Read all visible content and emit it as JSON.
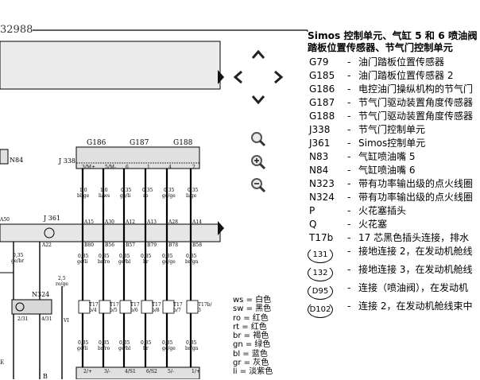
{
  "header": {
    "page_number": "32988"
  },
  "diagram": {
    "component_labels": {
      "g186": "G186",
      "g187": "G187",
      "g188": "G188",
      "j338": "J 338",
      "j361": "J 361",
      "n84": "N84",
      "n324": "N324"
    },
    "j338_pins": [
      "3/M+",
      "5/M-",
      "6",
      "1",
      "4",
      "2"
    ],
    "wire_sizes_top": [
      "1,0",
      "1,0",
      "0,35",
      "0,35",
      "0,35",
      "0,35"
    ],
    "wire_colors_top": [
      "bl/ge",
      "li/ws",
      "ge/li",
      "ro",
      "ge/ge",
      "li/ge"
    ],
    "j361_connectors_top": [
      "A15",
      "A30",
      "A12",
      "A13",
      "A28",
      "A14"
    ],
    "j361_connectors_bottom": [
      "B80",
      "B56",
      "B57",
      "B79",
      "B78",
      "B58"
    ],
    "j361_left_connector": "A22",
    "wire_sizes_mid": [
      "0,35",
      "0,35",
      "0,35",
      "0,35",
      "0,35",
      "0,35"
    ],
    "wire_colors_mid": [
      "ge/li",
      "br/ro",
      "ge/bl",
      "br",
      "ge/ge",
      "br/gn"
    ],
    "t17b_labels": [
      "T17b/4",
      "T17b/5",
      "T17b/6",
      "T17b/8",
      "T17b/7",
      "T17b/3"
    ],
    "wire_sizes_low": [
      "0,35",
      "0,35",
      "0,35",
      "0,35",
      "0,35",
      "0,35"
    ],
    "wire_colors_low": [
      "ge/li",
      "br/ro",
      "ge/bl",
      "br",
      "ge/ge",
      "br/gn"
    ],
    "bottom_pins": [
      "2/+",
      "3/-",
      "4/S1",
      "6/S2",
      "5/-",
      "1/+"
    ],
    "left_wire": {
      "size": "0,35",
      "color": "ge/br"
    },
    "n324_wire": {
      "size": "2,5",
      "color": "ro/ge"
    },
    "n324_pins": [
      "2/31",
      "4/31",
      "VI"
    ],
    "left_labels": {
      "a50": "A50",
      "e": "E",
      "b": "B"
    }
  },
  "legend": {
    "title_line1": "Simos 控制单元、气缸 5 和 6 喷油阀",
    "title_line2": "踏板位置传感器、节气门控制单元",
    "items": [
      {
        "code": "G79",
        "dash": "-",
        "desc": "油门踏板位置传感器"
      },
      {
        "code": "G185",
        "dash": "-",
        "desc": "油门踏板位置传感器 2"
      },
      {
        "code": "G186",
        "dash": "-",
        "desc": "电控油门操纵机构的节气门"
      },
      {
        "code": "G187",
        "dash": "-",
        "desc": "节气门驱动装置角度传感器"
      },
      {
        "code": "G188",
        "dash": "-",
        "desc": "节气门驱动装置角度传感器"
      },
      {
        "code": "J338",
        "dash": "-",
        "desc": "节气门控制单元"
      },
      {
        "code": "J361",
        "dash": "-",
        "desc": "Simos控制单元"
      },
      {
        "code": "N83",
        "dash": "-",
        "desc": "气缸喷油嘴 5"
      },
      {
        "code": "N84",
        "dash": "-",
        "desc": "气缸喷油嘴 6"
      },
      {
        "code": "N323",
        "dash": "-",
        "desc": "带有功率输出级的点火线圈"
      },
      {
        "code": "N324",
        "dash": "-",
        "desc": "带有功率输出级的点火线圈"
      },
      {
        "code": "P",
        "dash": "-",
        "desc": "火花塞插头"
      },
      {
        "code": "Q",
        "dash": "-",
        "desc": "火花塞"
      },
      {
        "code": "T17b",
        "dash": "-",
        "desc": "17 芯黑色插头连接，排水"
      }
    ],
    "grounds": [
      {
        "code": "131",
        "dash": "-",
        "desc": "接地连接 2，在发动机舱线"
      },
      {
        "code": "132",
        "dash": "-",
        "desc": "接地连接 3，在发动机舱线"
      },
      {
        "code": "D95",
        "dash": "-",
        "desc": "连接（喷油阀），在发动机"
      },
      {
        "code": "D102",
        "dash": "-",
        "desc": "连接 2，在发动机舱线束中"
      }
    ]
  },
  "color_key": [
    "ws = 白色",
    "sw = 黑色",
    "ro = 红色",
    "rt = 红色",
    "br = 褐色",
    "gn = 绿色",
    "bl = 蓝色",
    "gr = 灰色",
    "li = 淡紫色"
  ],
  "navigation": {
    "up": "chevron-up-icon",
    "left": "chevron-left-icon",
    "right": "chevron-right-icon",
    "down": "chevron-down-icon",
    "zoom_actual": "magnifier-icon",
    "zoom_in": "zoom-in-icon",
    "zoom_out": "zoom-out-icon",
    "page_prev": "play-left-icon",
    "page_next": "play-right-icon"
  }
}
